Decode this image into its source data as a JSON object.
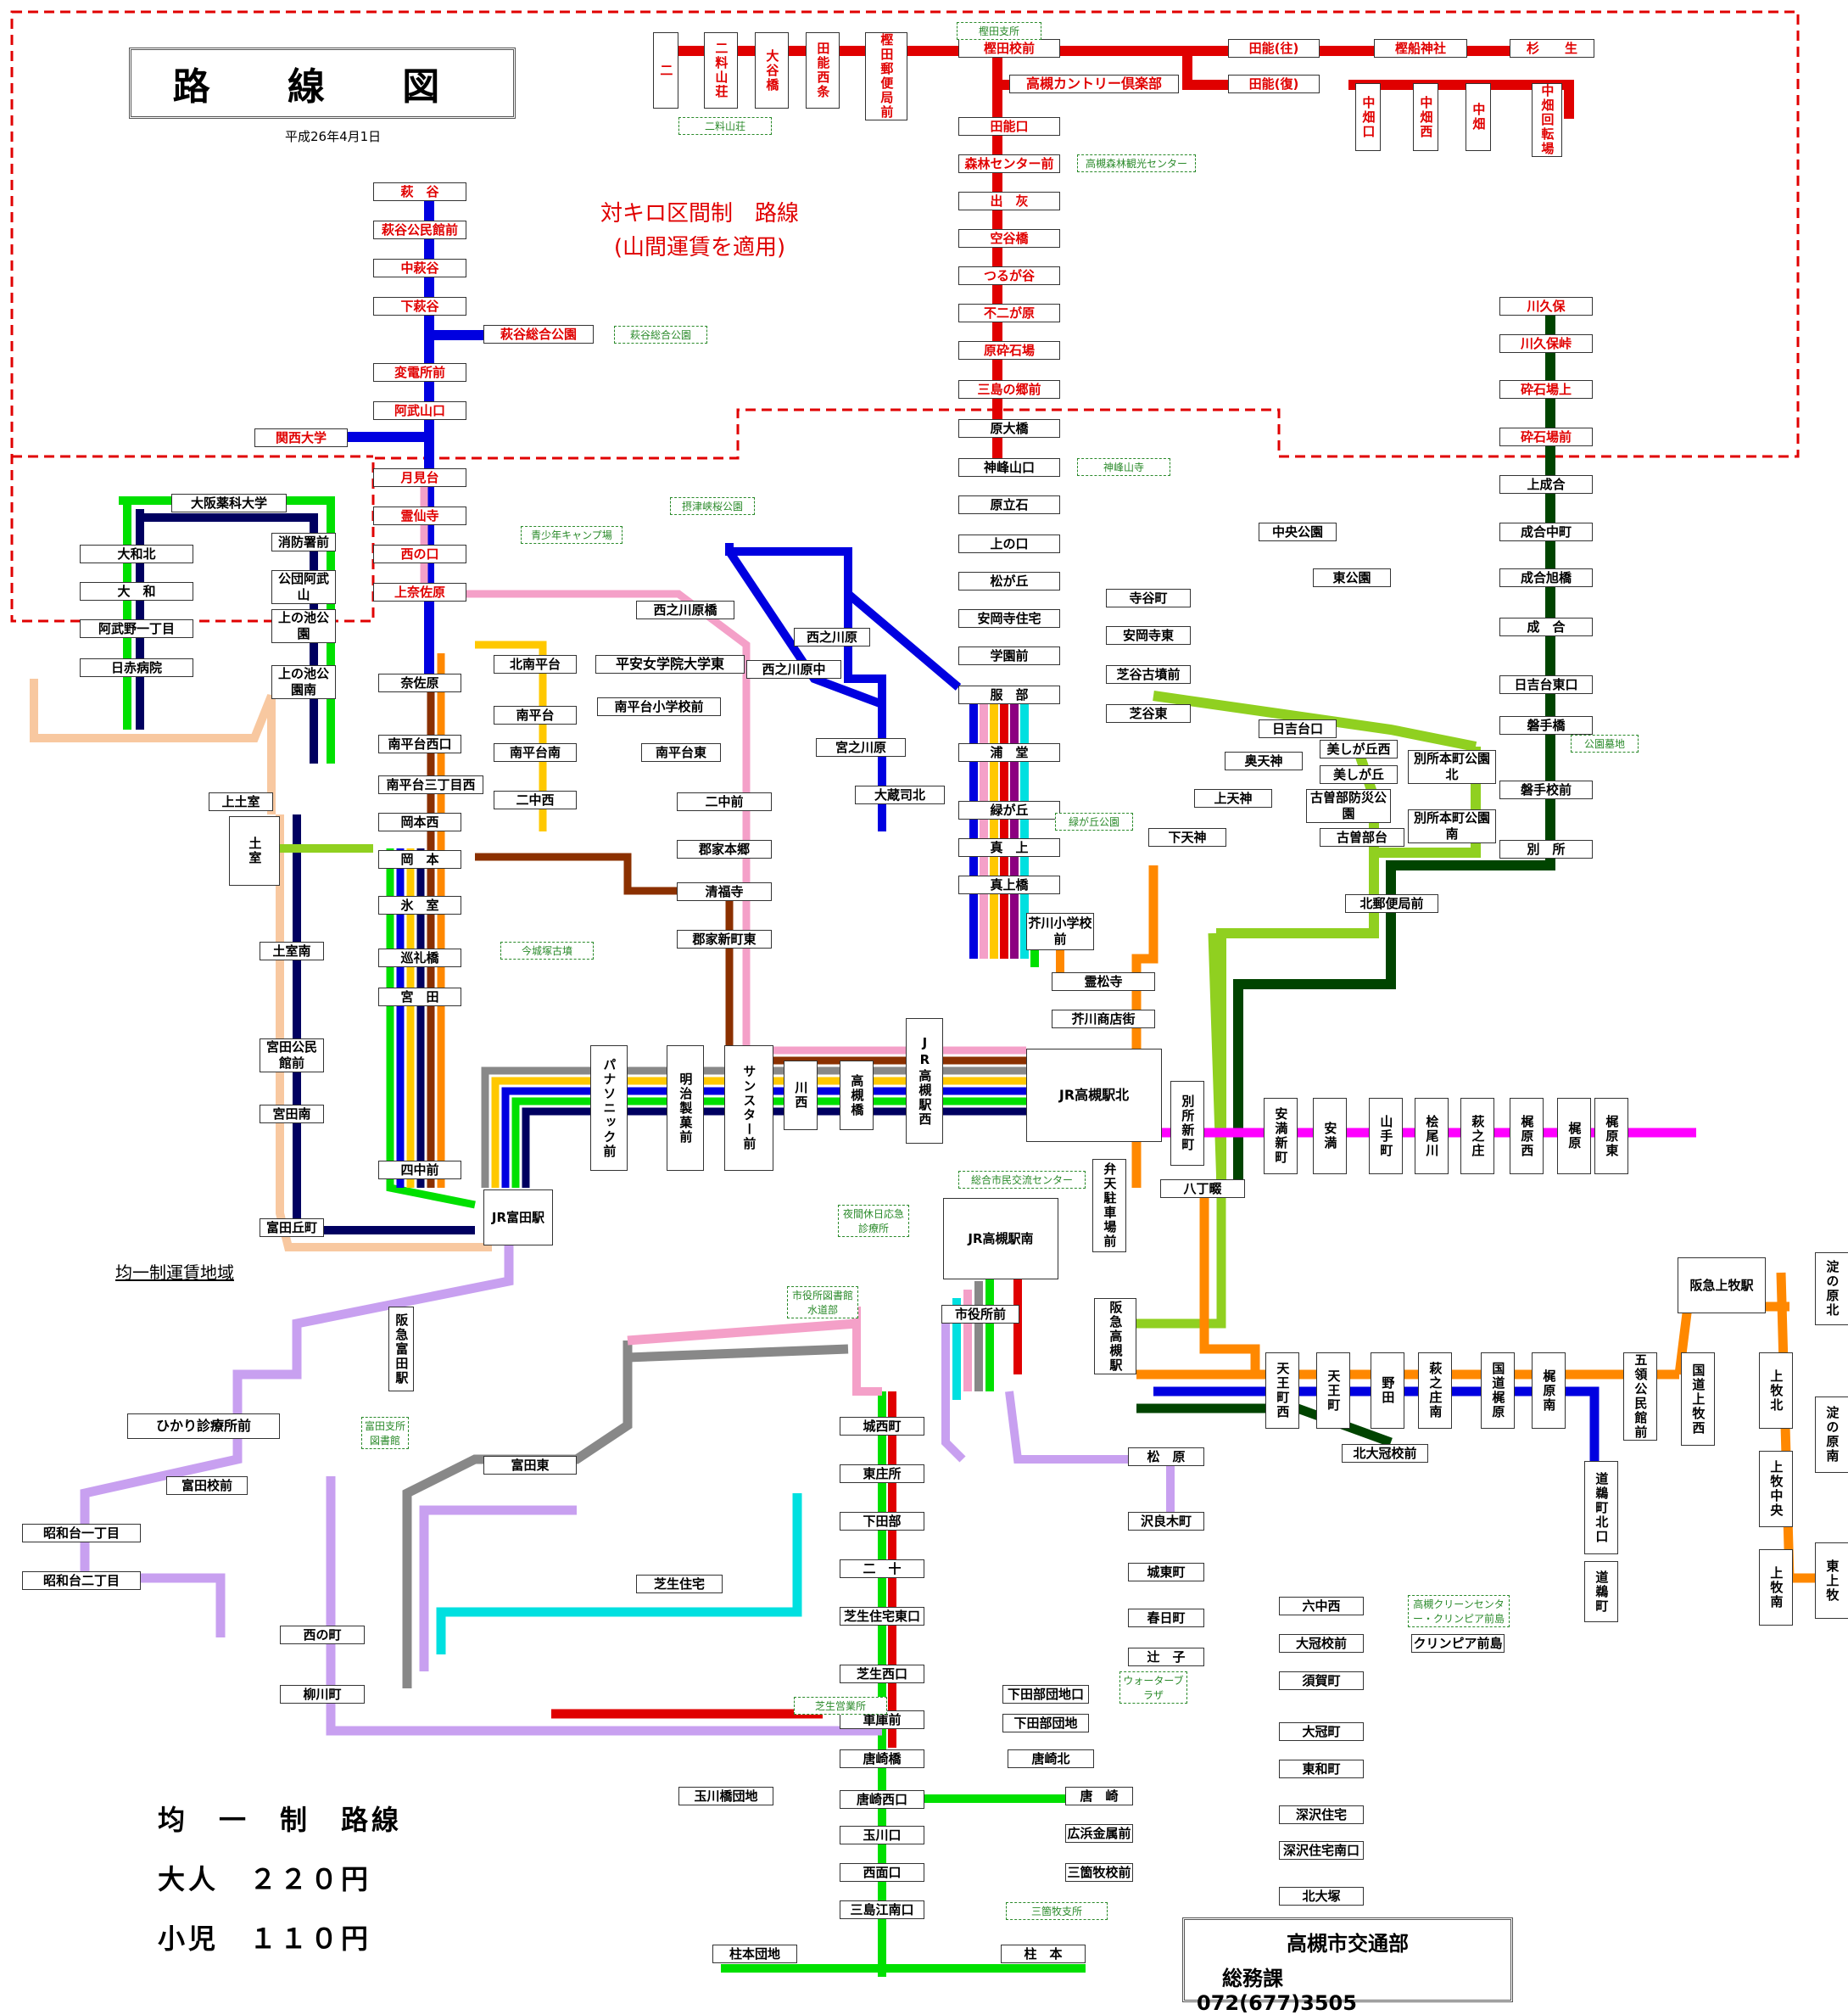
{
  "header": {
    "title": "路 線 図",
    "date": "平成26年4月1日"
  },
  "zone_note": {
    "line1": "対キロ区間制　路線",
    "line2": "(山間運賃を適用)"
  },
  "flat_area_label": "均一制運賃地域",
  "fare": {
    "title": "均　一　制　路線",
    "adult": "大人　２２０円",
    "child": "小児　１１０円"
  },
  "contact": {
    "org": "高槻市交通部",
    "dept": "総務課",
    "phone": "072(677)3505"
  },
  "colors": {
    "red_zone": "#e00000",
    "blue": "#0000e0",
    "pink": "#f4a0c8",
    "yellow": "#ffc800",
    "green": "#00e000",
    "darkgreen": "#004400",
    "orange": "#ff8800",
    "purple": "#8c0080",
    "brown": "#8b3000",
    "navy": "#000060",
    "lavender": "#c8a0f0",
    "cyan": "#00e0e0",
    "grey": "#888888",
    "lightgreen": "#90d020",
    "peach": "#f8c8a0",
    "magenta": "#ff00ff"
  },
  "map_labels": [
    {
      "t": "二",
      "v": true,
      "r": true
    },
    {
      "t": "二料",
      "v": false,
      "r": true
    },
    {
      "t": "二料山荘",
      "v": true,
      "r": true
    },
    {
      "t": "大谷橋",
      "v": true,
      "r": true
    },
    {
      "t": "田能西条",
      "v": true,
      "r": true
    },
    {
      "t": "樫田郵便局前",
      "v": true,
      "r": true
    },
    {
      "t": "樫田校前",
      "v": false,
      "r": true
    },
    {
      "t": "高槻カントリー倶楽部",
      "v": false,
      "r": true
    },
    {
      "t": "田能(往)",
      "v": false,
      "r": true
    },
    {
      "t": "田能(復)",
      "v": false,
      "r": true
    },
    {
      "t": "樫船神社",
      "v": false,
      "r": true
    },
    {
      "t": "杉　　生",
      "v": false,
      "r": true
    },
    {
      "t": "中畑口",
      "v": true,
      "r": true
    },
    {
      "t": "中畑西",
      "v": true,
      "r": true
    },
    {
      "t": "中畑",
      "v": true,
      "r": true
    },
    {
      "t": "中畑回転場",
      "v": true,
      "r": true
    },
    {
      "t": "田能口",
      "v": false,
      "r": true
    },
    {
      "t": "森林センター前",
      "v": false,
      "r": true
    },
    {
      "t": "出　灰",
      "v": false,
      "r": true
    },
    {
      "t": "空谷橋",
      "v": false,
      "r": true
    },
    {
      "t": "つるが谷",
      "v": false,
      "r": true
    },
    {
      "t": "不二が原",
      "v": false,
      "r": true
    },
    {
      "t": "原砕石場",
      "v": false,
      "r": true
    },
    {
      "t": "三島の郷前",
      "v": false,
      "r": true
    },
    {
      "t": "萩　谷",
      "v": false,
      "r": true
    },
    {
      "t": "萩谷公民館前",
      "v": false,
      "r": true
    },
    {
      "t": "中萩谷",
      "v": false,
      "r": true
    },
    {
      "t": "下萩谷",
      "v": false,
      "r": true
    },
    {
      "t": "萩谷総合公園",
      "v": false,
      "r": true
    },
    {
      "t": "変電所前",
      "v": false,
      "r": true
    },
    {
      "t": "阿武山口",
      "v": false,
      "r": true
    },
    {
      "t": "関西大学",
      "v": false,
      "r": true
    },
    {
      "t": "月見台",
      "v": false,
      "r": true
    },
    {
      "t": "霊仙寺",
      "v": false,
      "r": true
    },
    {
      "t": "西の口",
      "v": false,
      "r": true
    },
    {
      "t": "上奈佐原",
      "v": false,
      "r": true
    },
    {
      "t": "川久保",
      "v": false,
      "r": true
    },
    {
      "t": "川久保峠",
      "v": false,
      "r": true
    },
    {
      "t": "砕石場上",
      "v": false,
      "r": true
    },
    {
      "t": "砕石場前",
      "v": false,
      "r": true
    },
    {
      "t": "原大橋",
      "v": false,
      "r": false
    },
    {
      "t": "神峰山口",
      "v": false,
      "r": false
    },
    {
      "t": "原立石",
      "v": false,
      "r": false
    },
    {
      "t": "上の口",
      "v": false,
      "r": false
    },
    {
      "t": "松が丘",
      "v": false,
      "r": false
    },
    {
      "t": "安岡寺住宅",
      "v": false,
      "r": false
    },
    {
      "t": "学園前",
      "v": false,
      "r": false
    },
    {
      "t": "服　部",
      "v": false,
      "r": false
    },
    {
      "t": "浦　堂",
      "v": false,
      "r": false
    },
    {
      "t": "緑が丘",
      "v": false,
      "r": false
    },
    {
      "t": "真　上",
      "v": false,
      "r": false
    },
    {
      "t": "真上橋",
      "v": false,
      "r": false
    },
    {
      "t": "霊松寺",
      "v": false,
      "r": false
    },
    {
      "t": "芥川商店街",
      "v": false,
      "r": false
    },
    {
      "t": "芥川小学校前",
      "v": false,
      "r": false
    },
    {
      "t": "JR高槻駅北",
      "v": false,
      "r": false
    },
    {
      "t": "JR高槻駅南",
      "v": false,
      "r": false
    },
    {
      "t": "阪急高槻駅",
      "v": true,
      "r": false
    },
    {
      "t": "JR富田駅",
      "v": false,
      "r": false
    },
    {
      "t": "阪急上牧駅",
      "v": false,
      "r": false
    },
    {
      "t": "阪急富田駅",
      "v": true,
      "r": false
    },
    {
      "t": "大阪薬科大学",
      "v": false,
      "r": false
    },
    {
      "t": "大和北",
      "v": false,
      "r": false
    },
    {
      "t": "大　和",
      "v": false,
      "r": false
    },
    {
      "t": "阿武野一丁目",
      "v": false,
      "r": false
    },
    {
      "t": "日赤病院",
      "v": false,
      "r": false
    },
    {
      "t": "消防署前",
      "v": false,
      "r": false
    },
    {
      "t": "公団阿武山",
      "v": false,
      "r": false
    },
    {
      "t": "上の池公園",
      "v": false,
      "r": false
    },
    {
      "t": "上の池公園南",
      "v": false,
      "r": false
    },
    {
      "t": "上土室",
      "v": false,
      "r": false
    },
    {
      "t": "土室",
      "v": true,
      "r": false
    },
    {
      "t": "土室南",
      "v": false,
      "r": false
    },
    {
      "t": "宮田公民館前",
      "v": false,
      "r": false
    },
    {
      "t": "宮田南",
      "v": false,
      "r": false
    },
    {
      "t": "富田丘町",
      "v": false,
      "r": false
    },
    {
      "t": "奈佐原",
      "v": false,
      "r": false
    },
    {
      "t": "南平台西口",
      "v": false,
      "r": false
    },
    {
      "t": "南平台三丁目西",
      "v": false,
      "r": false
    },
    {
      "t": "岡本西",
      "v": false,
      "r": false
    },
    {
      "t": "岡　本",
      "v": false,
      "r": false
    },
    {
      "t": "氷　室",
      "v": false,
      "r": false
    },
    {
      "t": "巡礼橋",
      "v": false,
      "r": false
    },
    {
      "t": "宮　田",
      "v": false,
      "r": false
    },
    {
      "t": "四中前",
      "v": false,
      "r": false
    },
    {
      "t": "北南平台",
      "v": false,
      "r": false
    },
    {
      "t": "南平台",
      "v": false,
      "r": false
    },
    {
      "t": "南平台南",
      "v": false,
      "r": false
    },
    {
      "t": "二中西",
      "v": false,
      "r": false
    },
    {
      "t": "西之川原橋",
      "v": false,
      "r": false
    },
    {
      "t": "平安女学院大学東",
      "v": false,
      "r": false
    },
    {
      "t": "南平台小学校前",
      "v": false,
      "r": false
    },
    {
      "t": "南平台東",
      "v": false,
      "r": false
    },
    {
      "t": "二中前",
      "v": false,
      "r": false
    },
    {
      "t": "郡家本郷",
      "v": false,
      "r": false
    },
    {
      "t": "清福寺",
      "v": false,
      "r": false
    },
    {
      "t": "郡家新町東",
      "v": false,
      "r": false
    },
    {
      "t": "西之川原",
      "v": false,
      "r": false
    },
    {
      "t": "西之川原中",
      "v": false,
      "r": false
    },
    {
      "t": "宮之川原",
      "v": false,
      "r": false
    },
    {
      "t": "大蔵司北",
      "v": false,
      "r": false
    },
    {
      "t": "パナソニック前",
      "v": true,
      "r": false
    },
    {
      "t": "明治製菓前",
      "v": true,
      "r": false
    },
    {
      "t": "サンスター前",
      "v": true,
      "r": false
    },
    {
      "t": "川西",
      "v": true,
      "r": false
    },
    {
      "t": "高槻橋",
      "v": true,
      "r": false
    },
    {
      "t": "JR高槻駅西",
      "v": true,
      "r": false
    },
    {
      "t": "寺谷町",
      "v": false,
      "r": false
    },
    {
      "t": "安岡寺東",
      "v": false,
      "r": false
    },
    {
      "t": "芝谷古墳前",
      "v": false,
      "r": false
    },
    {
      "t": "芝谷東",
      "v": false,
      "r": false
    },
    {
      "t": "中央公園",
      "v": false,
      "r": false
    },
    {
      "t": "東公園",
      "v": false,
      "r": false
    },
    {
      "t": "日吉台口",
      "v": false,
      "r": false
    },
    {
      "t": "美しが丘西",
      "v": false,
      "r": false
    },
    {
      "t": "美しが丘",
      "v": false,
      "r": false
    },
    {
      "t": "奥天神",
      "v": false,
      "r": false
    },
    {
      "t": "上天神",
      "v": false,
      "r": false
    },
    {
      "t": "下天神",
      "v": false,
      "r": false
    },
    {
      "t": "古曽部防災公園",
      "v": false,
      "r": false
    },
    {
      "t": "古曽部台",
      "v": false,
      "r": false
    },
    {
      "t": "北郵便局前",
      "v": false,
      "r": false
    },
    {
      "t": "上成合",
      "v": false,
      "r": false
    },
    {
      "t": "成合中町",
      "v": false,
      "r": false
    },
    {
      "t": "成合旭橋",
      "v": false,
      "r": false
    },
    {
      "t": "成　合",
      "v": false,
      "r": false
    },
    {
      "t": "日吉台東口",
      "v": false,
      "r": false
    },
    {
      "t": "磐手橋",
      "v": false,
      "r": false
    },
    {
      "t": "磐手校前",
      "v": false,
      "r": false
    },
    {
      "t": "別　所",
      "v": false,
      "r": false
    },
    {
      "t": "別所本町公園北",
      "v": false,
      "r": false
    },
    {
      "t": "別所本町公園南",
      "v": false,
      "r": false
    },
    {
      "t": "八丁畷",
      "v": false,
      "r": false
    },
    {
      "t": "市役所前",
      "v": false,
      "r": false
    },
    {
      "t": "城西町",
      "v": false,
      "r": false
    },
    {
      "t": "東庄所",
      "v": false,
      "r": false
    },
    {
      "t": "下田部",
      "v": false,
      "r": false
    },
    {
      "t": "二　十",
      "v": false,
      "r": false
    },
    {
      "t": "芝生住宅東口",
      "v": false,
      "r": false
    },
    {
      "t": "芝生西口",
      "v": false,
      "r": false
    },
    {
      "t": "車庫前",
      "v": false,
      "r": false
    },
    {
      "t": "唐崎橋",
      "v": false,
      "r": false
    },
    {
      "t": "唐崎西口",
      "v": false,
      "r": false
    },
    {
      "t": "玉川口",
      "v": false,
      "r": false
    },
    {
      "t": "西面口",
      "v": false,
      "r": false
    },
    {
      "t": "三島江南口",
      "v": false,
      "r": false
    },
    {
      "t": "柱本団地",
      "v": false,
      "r": false
    },
    {
      "t": "柱　本",
      "v": false,
      "r": false
    },
    {
      "t": "松　原",
      "v": false,
      "r": false
    },
    {
      "t": "沢良木町",
      "v": false,
      "r": false
    },
    {
      "t": "城東町",
      "v": false,
      "r": false
    },
    {
      "t": "春日町",
      "v": false,
      "r": false
    },
    {
      "t": "辻　子",
      "v": false,
      "r": false
    },
    {
      "t": "富田東",
      "v": false,
      "r": false
    },
    {
      "t": "ひかり診療所前",
      "v": false,
      "r": false
    },
    {
      "t": "富田校前",
      "v": false,
      "r": false
    },
    {
      "t": "昭和台一丁目",
      "v": false,
      "r": false
    },
    {
      "t": "昭和台二丁目",
      "v": false,
      "r": false
    },
    {
      "t": "西の町",
      "v": false,
      "r": false
    },
    {
      "t": "柳川町",
      "v": false,
      "r": false
    },
    {
      "t": "芝生住宅",
      "v": false,
      "r": false
    },
    {
      "t": "下田部団地口",
      "v": false,
      "r": false
    },
    {
      "t": "下田部団地",
      "v": false,
      "r": false
    },
    {
      "t": "唐崎北",
      "v": false,
      "r": false
    },
    {
      "t": "唐　崎",
      "v": false,
      "r": false
    },
    {
      "t": "広浜金属前",
      "v": false,
      "r": false
    },
    {
      "t": "三箇牧校前",
      "v": false,
      "r": false
    },
    {
      "t": "玉川橋団地",
      "v": false,
      "r": false
    },
    {
      "t": "北大冠校前",
      "v": false,
      "r": false
    },
    {
      "t": "六中西",
      "v": false,
      "r": false
    },
    {
      "t": "大冠校前",
      "v": false,
      "r": false
    },
    {
      "t": "須賀町",
      "v": false,
      "r": false
    },
    {
      "t": "大冠町",
      "v": false,
      "r": false
    },
    {
      "t": "東和町",
      "v": false,
      "r": false
    },
    {
      "t": "深沢住宅",
      "v": false,
      "r": false
    },
    {
      "t": "深沢住宅南口",
      "v": false,
      "r": false
    },
    {
      "t": "北大塚",
      "v": false,
      "r": false
    },
    {
      "t": "クリンピア前島",
      "v": false,
      "r": false
    },
    {
      "t": "天王町西",
      "v": true,
      "r": false
    },
    {
      "t": "天王町",
      "v": true,
      "r": false
    },
    {
      "t": "野田",
      "v": true,
      "r": false
    },
    {
      "t": "萩之庄南",
      "v": true,
      "r": false
    },
    {
      "t": "国道梶原",
      "v": true,
      "r": false
    },
    {
      "t": "梶原南",
      "v": true,
      "r": false
    },
    {
      "t": "五領公民館前",
      "v": true,
      "r": false
    },
    {
      "t": "国道上牧西",
      "v": true,
      "r": false
    },
    {
      "t": "道鵜町北口",
      "v": true,
      "r": false
    },
    {
      "t": "道鵜町",
      "v": true,
      "r": false
    },
    {
      "t": "淀の原北",
      "v": true,
      "r": false
    },
    {
      "t": "淀の原南",
      "v": true,
      "r": false
    },
    {
      "t": "上牧北",
      "v": true,
      "r": false
    },
    {
      "t": "上牧中央",
      "v": true,
      "r": false
    },
    {
      "t": "上牧南",
      "v": true,
      "r": false
    },
    {
      "t": "東上牧",
      "v": true,
      "r": false
    },
    {
      "t": "安満新町",
      "v": true,
      "r": false
    },
    {
      "t": "安満",
      "v": true,
      "r": false
    },
    {
      "t": "山手町",
      "v": true,
      "r": false
    },
    {
      "t": "桧尾川",
      "v": true,
      "r": false
    },
    {
      "t": "萩之庄",
      "v": true,
      "r": false
    },
    {
      "t": "梶原西",
      "v": true,
      "r": false
    },
    {
      "t": "梶原",
      "v": true,
      "r": false
    },
    {
      "t": "梶原東",
      "v": true,
      "r": false
    },
    {
      "t": "別所新町",
      "v": true,
      "r": false
    },
    {
      "t": "弁天駐車場前",
      "v": true,
      "r": false
    }
  ],
  "landmarks": [
    "樫田支所",
    "二料山荘",
    "高槻森林観光センター",
    "萩谷総合公園",
    "神峰山寺",
    "摂津峡桜公園",
    "青少年キャンプ場",
    "今城塚古墳",
    "緑が丘公園",
    "公園墓地",
    "総合市民交流センター",
    "夜間休日応急診療所",
    "市役所図書館水道部",
    "富田支所図書館",
    "芝生営業所",
    "ウォーターブラザ",
    "三箇牧支所",
    "高槻クリーンセンター・クリンピア前島"
  ]
}
